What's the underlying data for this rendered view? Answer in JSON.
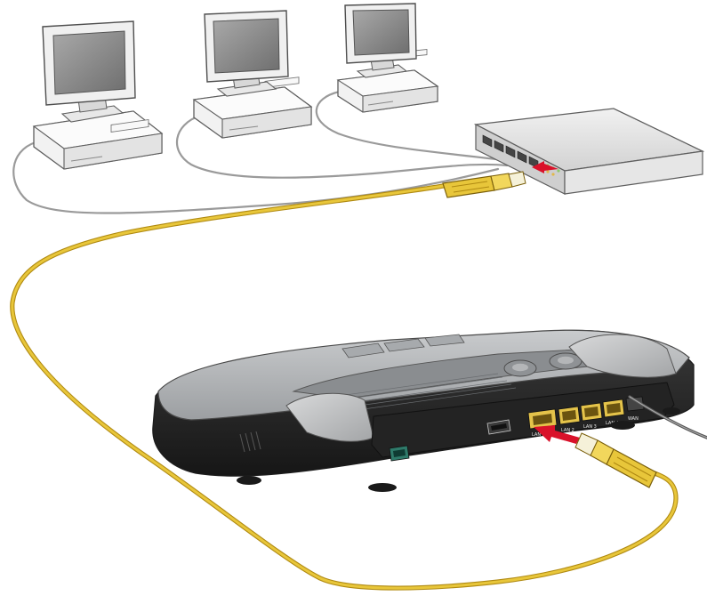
{
  "diagram": {
    "computers": [
      {
        "name": "computer-1"
      },
      {
        "name": "computer-2"
      },
      {
        "name": "computer-3"
      }
    ],
    "router": {
      "brand_text": "",
      "usb_label": "",
      "ports": [
        {
          "label": "LAN 1"
        },
        {
          "label": "LAN 2"
        },
        {
          "label": "LAN 3"
        },
        {
          "label": "LAN 4"
        },
        {
          "label": "WAN"
        }
      ]
    },
    "colors": {
      "cable_yellow": "#e8c63a",
      "cable_yellow_dark": "#b08a12",
      "arrow_red": "#d9122a",
      "router_dark": "#2b2b2b",
      "router_top": "#b9bbbd",
      "switch_body": "#dcdcdc",
      "monitor_screen": "#8c8c8c",
      "line_gray": "#9a9a9a"
    }
  }
}
